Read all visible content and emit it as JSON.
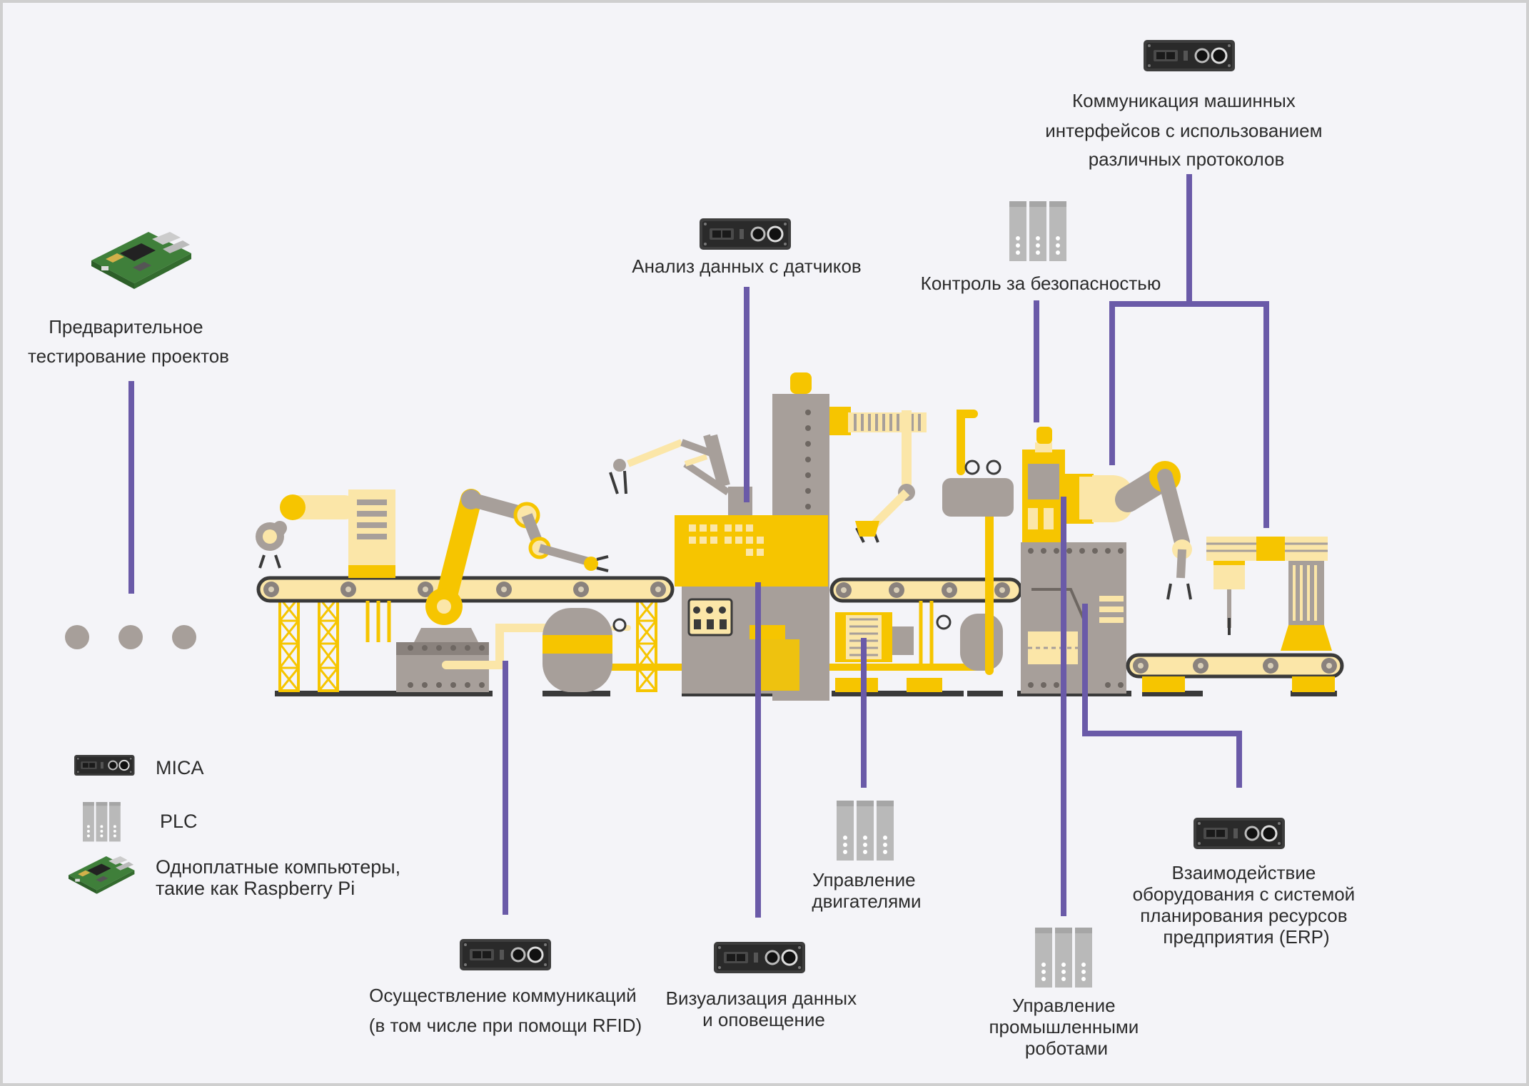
{
  "colors": {
    "background": "#f4f4f8",
    "frame": "#cfcfcf",
    "connector": "#6a5aa8",
    "yellow": "#f6c500",
    "light_yellow": "#fbe6a8",
    "gray": "#a79f9a",
    "dark_gray": "#8a827d",
    "dark": "#3a3a3a"
  },
  "labels": {
    "pretest": [
      "Предварительное",
      "тестирование проектов"
    ],
    "sensor": [
      "Анализ данных с датчиков"
    ],
    "safety": [
      "Контроль за безопасностью"
    ],
    "machine_comm": [
      "Коммуникация машинных",
      "интерфейсов с использованием",
      "различных протоколов"
    ],
    "comm_rfid": [
      "Осуществление коммуникаций",
      "(в том числе при помощи RFID)"
    ],
    "visual": [
      "Визуализация данных",
      "и оповещение"
    ],
    "motors": [
      "Управление",
      "двигателями"
    ],
    "robots": [
      "Управление",
      "промышленными",
      "роботами"
    ],
    "erp": [
      "Взаимодействие",
      "оборудования с системой",
      "планирования ресурсов",
      "предприятия (ERP)"
    ]
  },
  "legend": {
    "mica": "MICA",
    "plc": "PLC",
    "sbc": [
      "Одноплатные компьютеры,",
      "такие как Raspberry Pi"
    ]
  },
  "icons": {
    "mica": "mica-device-icon",
    "plc": "plc-module-icon",
    "sbc": "single-board-computer-icon",
    "more": "ellipsis-dots-icon"
  }
}
